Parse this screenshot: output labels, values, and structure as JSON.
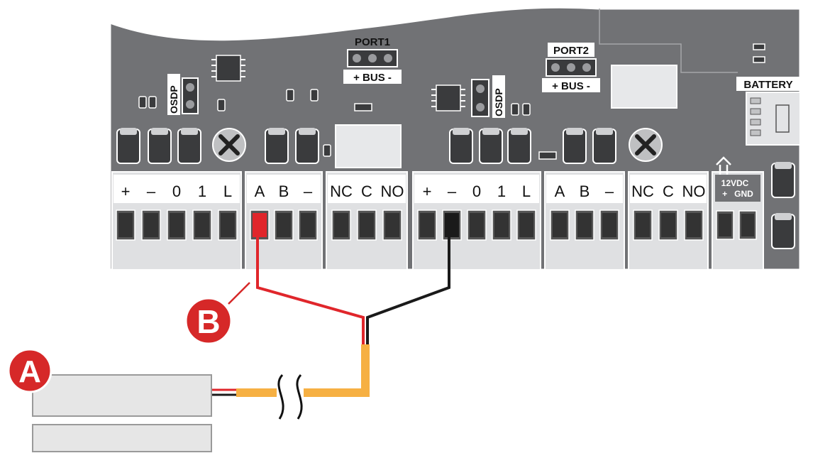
{
  "board": {
    "port1": {
      "title": "PORT1",
      "bus": "+ BUS -"
    },
    "port2": {
      "title": "PORT2",
      "bus": "+ BUS -"
    },
    "osdp_label": "OSDP",
    "battery_label": "BATTERY",
    "power_label_line1": "12VDC",
    "power_label_line2": "+   GND"
  },
  "terminal_groups": [
    {
      "id": "reader1",
      "labels": [
        "+",
        "–",
        "0",
        "1",
        "L"
      ]
    },
    {
      "id": "rs485-1",
      "labels": [
        "A",
        "B",
        "–"
      ]
    },
    {
      "id": "relay1",
      "labels": [
        "NC",
        "C",
        "NO"
      ]
    },
    {
      "id": "reader2",
      "labels": [
        "+",
        "–",
        "0",
        "1",
        "L"
      ]
    },
    {
      "id": "rs485-2",
      "labels": [
        "A",
        "B",
        "–"
      ]
    },
    {
      "id": "relay2",
      "labels": [
        "NC",
        "C",
        "NO"
      ]
    }
  ],
  "callouts": {
    "a": "A",
    "b": "B"
  },
  "colors": {
    "board": "#717275",
    "terminal_block": "#dfe0e2",
    "component": "#3a3b3d",
    "wire_red": "#e0262b",
    "wire_black": "#1a1a1a",
    "cable_jacket": "#f6b043",
    "callout": "#d62828",
    "sensor": "#e6e6e6"
  }
}
